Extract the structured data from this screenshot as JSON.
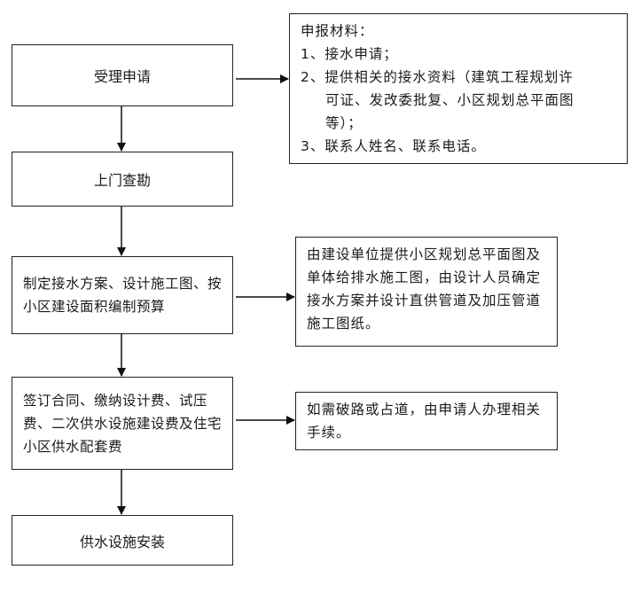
{
  "steps": [
    {
      "label": "受理申请"
    },
    {
      "label": "上门查勘"
    },
    {
      "label": "制定接水方案、设计施工图、按小区建设面积编制预算"
    },
    {
      "label": "签订合同、缴纳设计费、试压费、二次供水设施建设费及住宅小区供水配套费"
    },
    {
      "label": "供水设施安装"
    }
  ],
  "notes": {
    "materials": {
      "title": "申报材料：",
      "item1": "1、接水申请；",
      "item2_a": "2、提供相关的接水资料（建筑工程规划许",
      "item2_b": "可证、发改委批复、小区规划总平面图",
      "item2_c": "等）；",
      "item3": "3、联系人姓名、联系电话。"
    },
    "design": "由建设单位提供小区规划总平面图及单体给排水施工图，由设计人员确定接水方案并设计直供管道及加压管道施工图纸。",
    "road": "如需破路或占道，由申请人办理相关手续。"
  }
}
